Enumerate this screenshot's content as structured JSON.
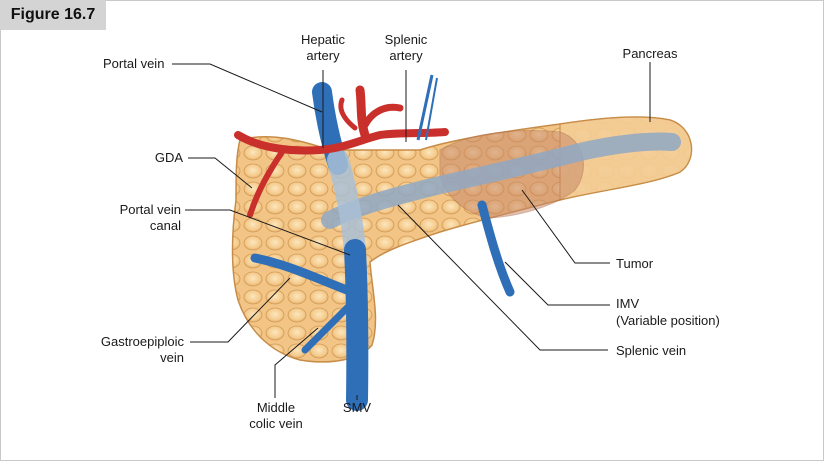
{
  "figure": {
    "label": "Figure 16.7"
  },
  "labels": {
    "portal_vein": "Portal vein",
    "hepatic_artery": [
      "Hepatic",
      "artery"
    ],
    "splenic_artery": [
      "Splenic",
      "artery"
    ],
    "pancreas": "Pancreas",
    "gda": "GDA",
    "portal_vein_canal": [
      "Portal vein",
      "canal"
    ],
    "tumor": "Tumor",
    "imv": [
      "IMV",
      "(Variable position)"
    ],
    "gastroepiploic_vein": [
      "Gastroepiploic",
      "vein"
    ],
    "splenic_vein": "Splenic vein",
    "middle_colic_vein": [
      "Middle",
      "colic vein"
    ],
    "smv": "SMV"
  },
  "colors": {
    "pancreas_fill": "#f3c98a",
    "pancreas_edge": "#d59b55",
    "vein": "#2f6fb8",
    "artery": "#c9302c",
    "tumor": "#c98a6a",
    "leader": "#1a1a1a"
  }
}
